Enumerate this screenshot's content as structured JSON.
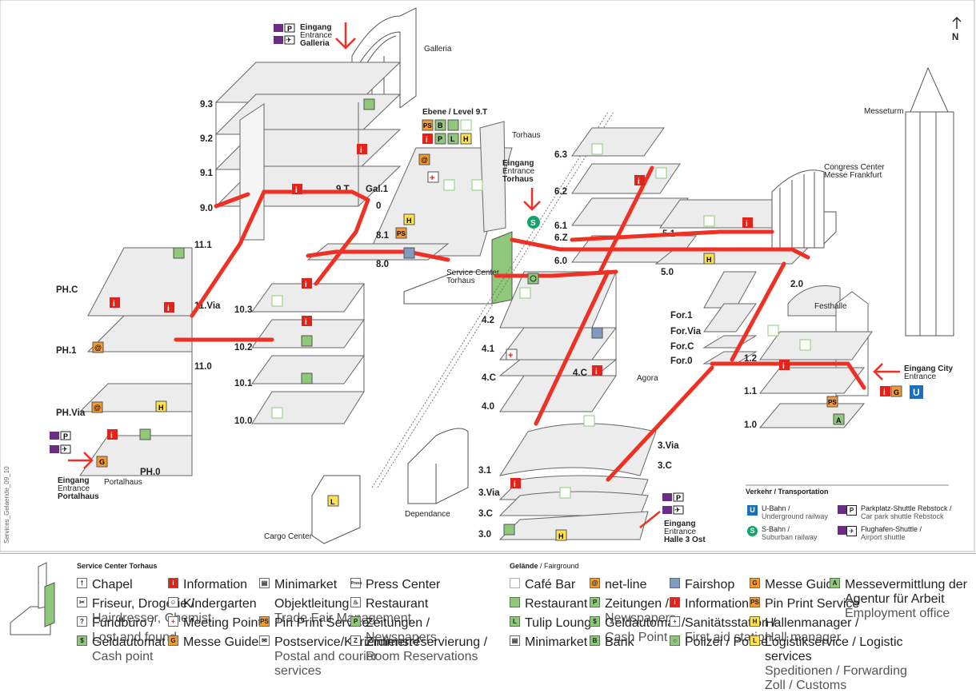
{
  "compass": {
    "north": "N"
  },
  "buildings": {
    "galleria": "Galleria",
    "torhaus": "Torhaus",
    "messeturm": "Messeturm",
    "congress_center": "Congress Center",
    "congress_center_2": "Messe Frankfurt",
    "service_center": "Service Center",
    "service_center_2": "Torhaus",
    "festhalle": "Festhalle",
    "agora": "Agora",
    "portalhaus": "Portalhaus",
    "cargo_center": "Cargo Center",
    "dependance": "Dependance"
  },
  "entrances": {
    "galleria": {
      "de": "Eingang",
      "en": "Entrance",
      "name": "Galleria"
    },
    "torhaus": {
      "de": "Eingang",
      "en": "Entrance",
      "name": "Torhaus"
    },
    "city": {
      "de": "Eingang City",
      "en": "Entrance"
    },
    "portalhaus": {
      "de": "Eingang",
      "en": "Entrance",
      "name": "Portalhaus"
    },
    "halle3": {
      "de": "Eingang",
      "en": "Entrance",
      "name": "Halle 3 Ost"
    }
  },
  "ebene": {
    "label": "Ebene / Level 9.T"
  },
  "levels": {
    "h9": [
      "9.3",
      "9.2",
      "9.1",
      "9.0"
    ],
    "h9_extra": [
      "9.T",
      "Gal.1",
      "0"
    ],
    "h8": [
      "8.1",
      "8.0"
    ],
    "h11": [
      "11.1",
      "11.Via",
      "11.0"
    ],
    "ph": [
      "PH.C",
      "PH.1",
      "PH.Via",
      "PH.0"
    ],
    "h10": [
      "10.3",
      "10.2",
      "10.1",
      "10.0"
    ],
    "h6": [
      "6.3",
      "6.2",
      "6.1",
      "6.Z",
      "6.0"
    ],
    "h5": [
      "5.1",
      "5.0"
    ],
    "h4": [
      "4.2",
      "4.1",
      "4.C",
      "4.C",
      "4.0"
    ],
    "h2": [
      "2.0"
    ],
    "forum": [
      "For.1",
      "For.Via",
      "For.C",
      "For.0"
    ],
    "h1": [
      "1.2",
      "1.1",
      "1.0"
    ],
    "h3": [
      "3.Via",
      "3.C",
      "3.1",
      "3.Via",
      "3.C",
      "3.0"
    ]
  },
  "transport": {
    "title": "Verkehr / Transportation",
    "items": [
      {
        "icon": "U",
        "de": "U-Bahn /",
        "en": "Underground railway"
      },
      {
        "icon": "S",
        "de": "S-Bahn /",
        "en": "Suburban railway"
      },
      {
        "icon": "P",
        "de": "Parkplatz-Shuttle Rebstock /",
        "en": "Car park shuttle Rebstock"
      },
      {
        "icon": "✈",
        "de": "Flughafen-Shuttle /",
        "en": "Airport shuttle"
      }
    ]
  },
  "side_note": "Services_Gelaende_09_10",
  "legend": {
    "service_center": {
      "title": "Service Center Torhaus",
      "items": [
        {
          "icon": "†",
          "de": "Chapel",
          "en": ""
        },
        {
          "icon": "✂",
          "de": "Friseur, Drogerie /",
          "en": "Hairdresser, Chemist"
        },
        {
          "icon": "?",
          "de": "Fundbüro /",
          "en": "Lost and found"
        },
        {
          "icon": "$",
          "de": "Geldautomat /",
          "en": "Cash point"
        },
        {
          "icon": "i",
          "de": "Information",
          "en": ""
        },
        {
          "icon": "☺",
          "de": "Kindergarten",
          "en": ""
        },
        {
          "icon": "+",
          "de": "Meeting Point",
          "en": ""
        },
        {
          "icon": "G",
          "de": "Messe Guide",
          "en": ""
        },
        {
          "icon": "▤",
          "de": "Minimarket",
          "en": ""
        },
        {
          "icon": "",
          "de": "Objektleitung /",
          "en": "Trade Fair Management"
        },
        {
          "icon": "PS",
          "de": "Pin Print Service",
          "en": ""
        },
        {
          "icon": "✉",
          "de": "Postservice/Kurierdienst /",
          "en": "Postal and courier services"
        },
        {
          "icon": "Press",
          "de": "Press Center",
          "en": ""
        },
        {
          "icon": "♨",
          "de": "Restaurant",
          "en": ""
        },
        {
          "icon": "P",
          "de": "Zeitungen /",
          "en": "Newspapers"
        },
        {
          "icon": "Z",
          "de": "Zimmerreservierung /",
          "en": "Room Reservations"
        }
      ]
    },
    "gelaende": {
      "title": "Gelände",
      "title_en": " / Fairground",
      "items": [
        {
          "icon": "",
          "de": "Café Bar",
          "en": ""
        },
        {
          "icon": "",
          "de": "Restaurant",
          "en": ""
        },
        {
          "icon": "L",
          "de": "Tulip Lounge",
          "en": ""
        },
        {
          "icon": "▤",
          "de": "Minimarket",
          "en": ""
        },
        {
          "icon": "@",
          "de": "net-line",
          "en": ""
        },
        {
          "icon": "P",
          "de": "Zeitungen /",
          "en": "Newspapers"
        },
        {
          "icon": "$",
          "de": "Geldautomat /",
          "en": "Cash Point"
        },
        {
          "icon": "B",
          "de": "Bank",
          "en": ""
        },
        {
          "icon": "",
          "de": "Fairshop",
          "en": ""
        },
        {
          "icon": "i",
          "de": "Information",
          "en": ""
        },
        {
          "icon": "+",
          "de": "Sanitätsstation /",
          "en": "First aid station"
        },
        {
          "icon": "○",
          "de": "Polizei / Police",
          "en": ""
        },
        {
          "icon": "G",
          "de": "Messe Guide",
          "en": ""
        },
        {
          "icon": "PS",
          "de": "Pin Print Service",
          "en": ""
        },
        {
          "icon": "H",
          "de": "Hallenmanager /",
          "en": "Hall manager"
        },
        {
          "icon": "L",
          "de": "Logistikservice / Logistic services",
          "en": "Speditionen / Forwarding",
          "en2": "Zoll / Customs"
        },
        {
          "icon": "A",
          "de": "Messevermittlung der Agentur für Arbeit",
          "en": "Employment office"
        }
      ]
    }
  },
  "colors": {
    "route": "#ee3124",
    "info": "#e2231a",
    "green": "#8fc87a",
    "orange": "#f29a2e",
    "yellow": "#ffe14d",
    "blue": "#7f9bc0",
    "purple": "#6c2b84",
    "ubahn": "#1b6fc1",
    "sbahn": "#11a36b"
  }
}
